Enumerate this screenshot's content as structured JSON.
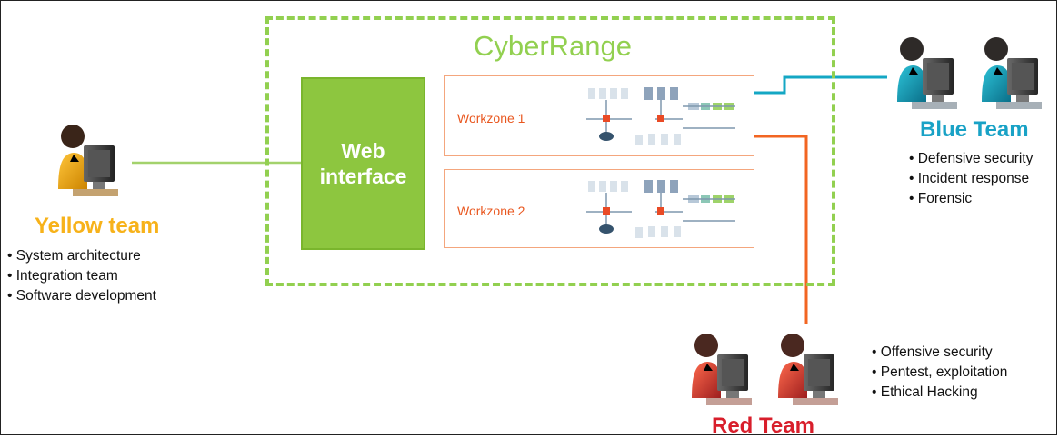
{
  "cyber_range": {
    "title": "CyberRange",
    "web_interface_label": "Web\ninterface",
    "workzones": [
      {
        "label": "Workzone 1"
      },
      {
        "label": "Workzone 2"
      }
    ]
  },
  "teams": {
    "yellow": {
      "name": "Yellow team",
      "items": [
        "System architecture",
        "Integration team",
        "Software development"
      ]
    },
    "blue": {
      "name": "Blue Team",
      "items": [
        "Defensive security",
        "Incident response",
        "Forensic"
      ]
    },
    "red": {
      "name": "Red Team",
      "items": [
        "Offensive security",
        "Pentest, exploitation",
        "Ethical Hacking"
      ]
    }
  },
  "colors": {
    "green": "#92d050",
    "yellow": "#f7b21a",
    "blue": "#19a2c6",
    "red": "#d81e2b",
    "orange": "#f26522",
    "workzone_border": "#f4a67d"
  },
  "icons": {
    "person": "person-at-computer-icon",
    "network": "network-topology-icon"
  }
}
